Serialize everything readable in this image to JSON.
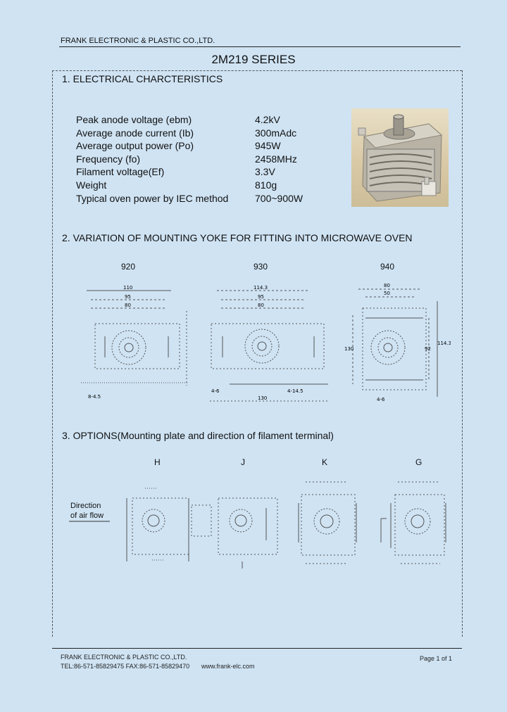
{
  "header": {
    "company": "FRANK ELECTRONIC & PLASTIC CO.,LTD.",
    "series_title": "2M219 SERIES"
  },
  "section1": {
    "heading": "1.  ELECTRICAL CHARCTERISTICS",
    "specs": [
      {
        "name": "Peak anode voltage (ebm)",
        "value": "4.2kV"
      },
      {
        "name": "Average anode current (Ib)",
        "value": "300mAdc"
      },
      {
        "name": "Average output power (Po)",
        "value": "945W"
      },
      {
        "name": "Frequency (fo)",
        "value": "2458MHz"
      },
      {
        "name": "Filament voltage(Ef)",
        "value": "3.3V"
      },
      {
        "name": "Weight",
        "value": "810g"
      },
      {
        "name": "Typical oven power by IEC method",
        "value": "700~900W"
      }
    ]
  },
  "section2": {
    "heading": "2.  VARIATION OF MOUNTING YOKE FOR FITTING INTO MICROWAVE OVEN",
    "yokes": [
      {
        "label": "920",
        "dims": [
          "110",
          "95",
          "80",
          "8-4.5"
        ]
      },
      {
        "label": "930",
        "dims": [
          "114.3",
          "95",
          "80",
          "130",
          "4-6",
          "4-14.5"
        ]
      },
      {
        "label": "940",
        "dims": [
          "80",
          "50",
          "130",
          "92",
          "114.3",
          "4-6"
        ]
      }
    ]
  },
  "section3": {
    "heading": "3.  OPTIONS(Mounting plate and direction of filament terminal)",
    "airflow_label_line1": "Direction",
    "airflow_label_line2": "of air flow",
    "options": [
      {
        "label": "H"
      },
      {
        "label": "J"
      },
      {
        "label": "K"
      },
      {
        "label": "G"
      }
    ]
  },
  "footer": {
    "company": "FRANK ELECTRONIC & PLASTIC CO.,LTD.",
    "contact": "TEL:86-571-85829475 FAX:86-571-85829470",
    "website": "www.frank-elc.com",
    "page": "Page 1 of 1"
  },
  "colors": {
    "background": "#cfe3f3",
    "text": "#111111"
  }
}
